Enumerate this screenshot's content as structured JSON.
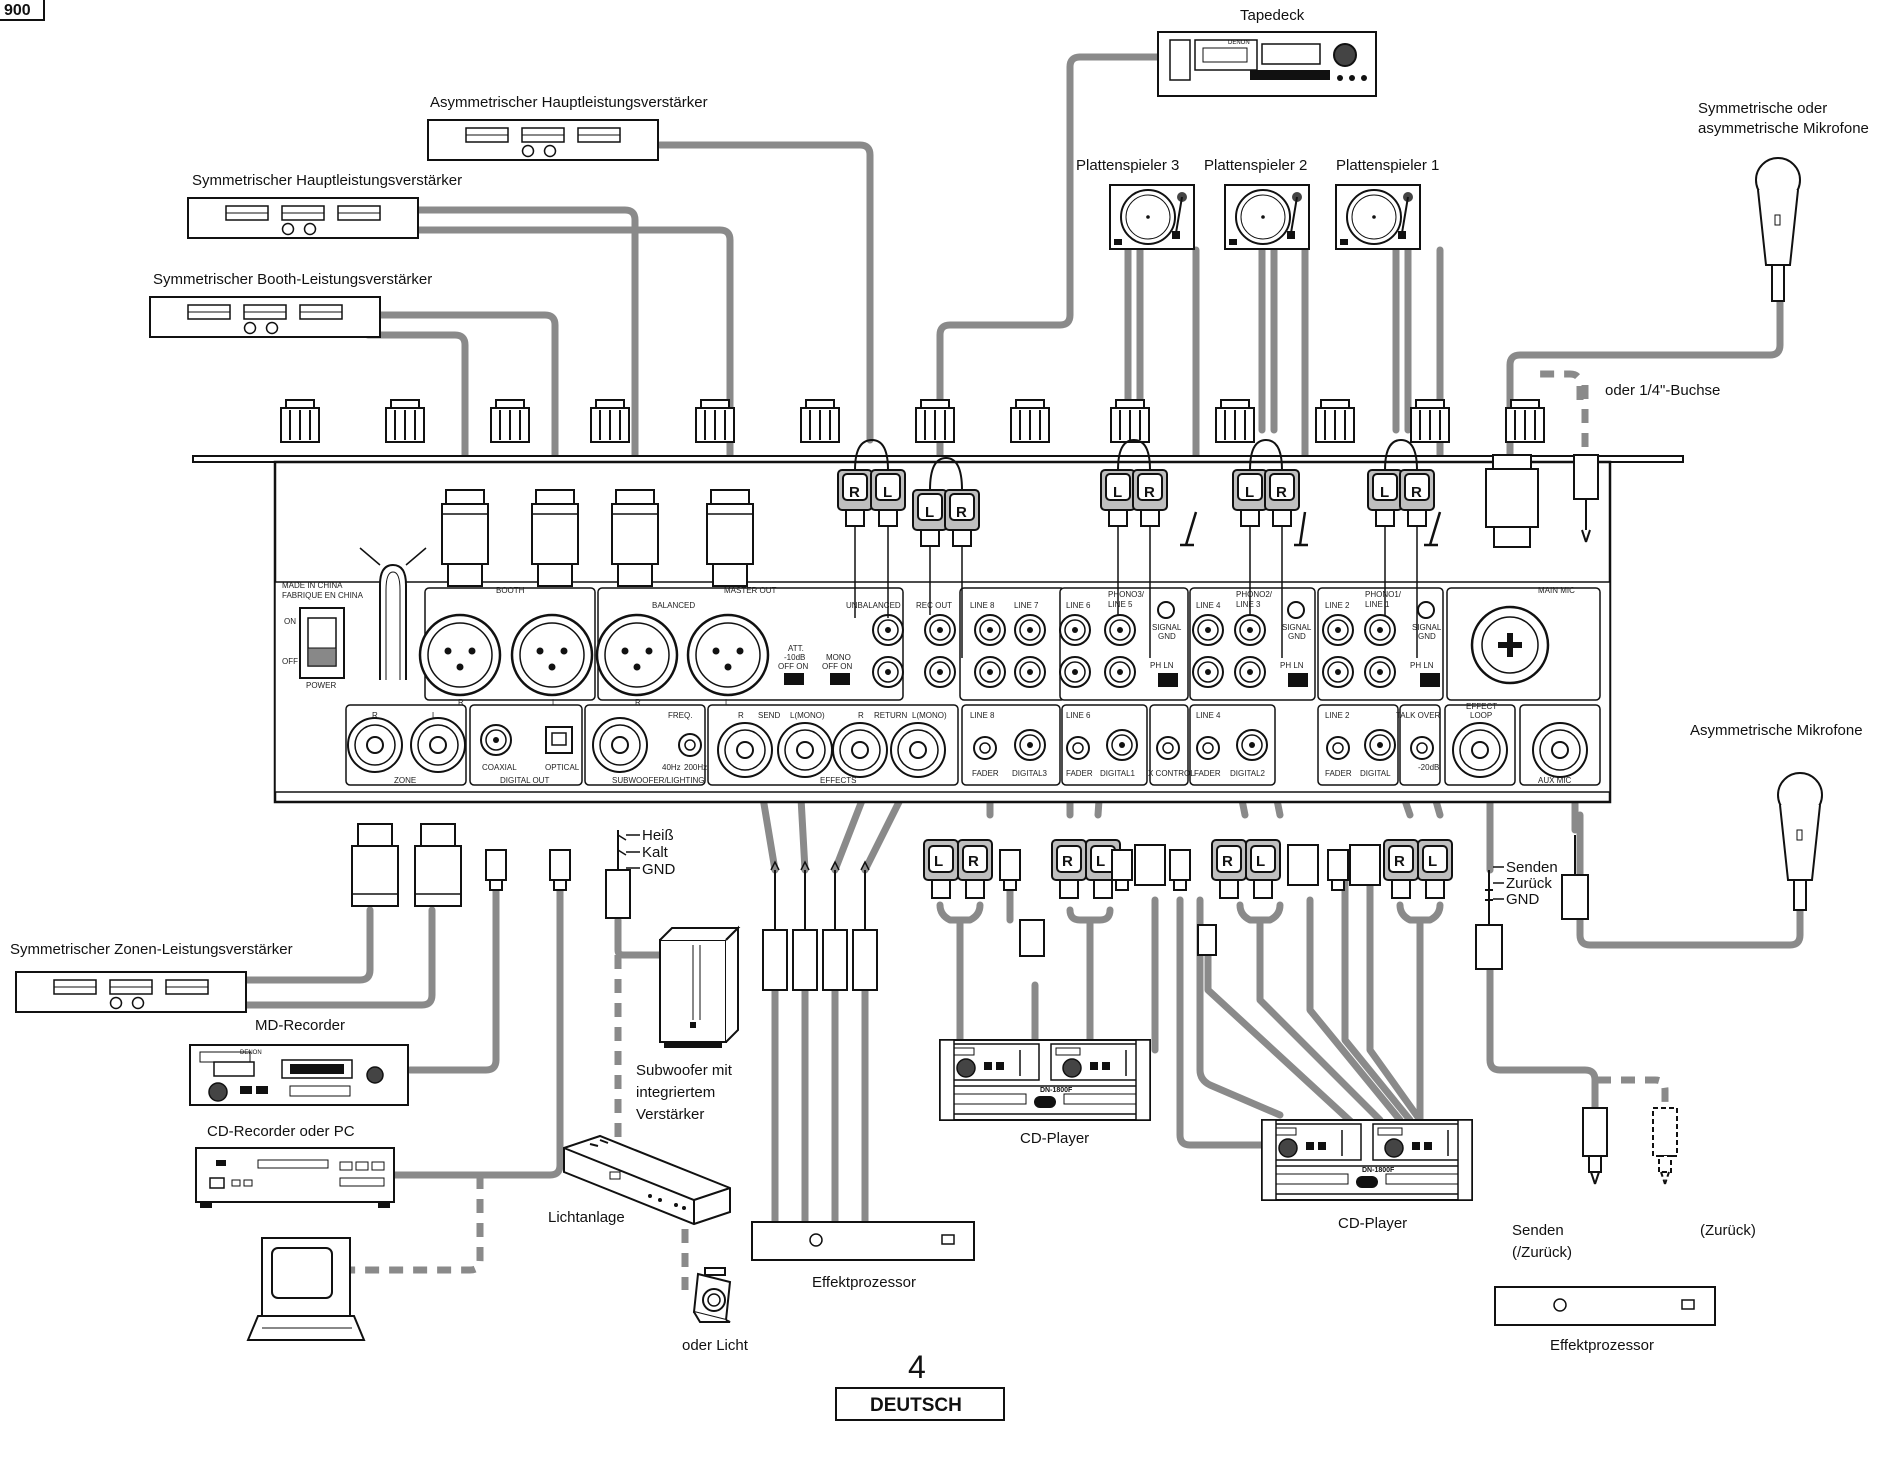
{
  "model_badge": "900",
  "devices": {
    "tapedeck": "Tapedeck",
    "amp_asym_main": "Asymmetrischer Hauptleistungsverstärker",
    "amp_sym_main": "Symmetrischer Hauptleistungsverstärker",
    "amp_booth": "Symmetrischer Booth-Leistungsverstärker",
    "turntable_3": "Plattenspieler 3",
    "turntable_2": "Plattenspieler 2",
    "turntable_1": "Plattenspieler 1",
    "mic_sym_line1": "Symmetrische oder",
    "mic_sym_line2": "asymmetrische Mikrofone",
    "quarter_jack": "oder 1/4\"-Buchse",
    "mic_asym": "Asymmetrische Mikrofone",
    "amp_zone": "Symmetrischer Zonen-Leistungsverstärker",
    "md_recorder": "MD-Recorder",
    "cd_recorder": "CD-Recorder oder PC",
    "subwoofer_line1": "Subwoofer mit",
    "subwoofer_line2": "integriertem",
    "subwoofer_line3": "Verstärker",
    "lighting": "Lichtanlage",
    "or_light": "oder Licht",
    "effects_1": "Effektprozessor",
    "effects_2": "Effektprozessor",
    "cd_player_1": "CD-Player",
    "cd_player_2": "CD-Player"
  },
  "wiring": {
    "hot": "Heiß",
    "cold": "Kalt",
    "gnd": "GND",
    "send": "Senden",
    "return": "Zurück",
    "gnd2": "GND",
    "send_return_1": "Senden",
    "send_return_2": "(/Zurück)",
    "return_paren": "(Zurück)"
  },
  "plugs": {
    "left": "L",
    "right": "R"
  },
  "panel": {
    "made_in_1": "MADE IN CHINA",
    "made_in_2": "FABRIQUE EN CHINA",
    "on": "ON",
    "off": "OFF",
    "power": "POWER",
    "booth": "BOOTH",
    "balanced": "BALANCED",
    "master_out": "MASTER OUT",
    "unbalanced": "UNBALANCED",
    "rec_out": "REC OUT",
    "att": "ATT.",
    "att_db": "-10dB",
    "off_on": "OFF  ON",
    "mono": "MONO",
    "line8": "LINE 8",
    "line7": "LINE 7",
    "line6": "LINE 6",
    "phono3_1": "PHONO3/",
    "phono3_2": "LINE 5",
    "line4": "LINE 4",
    "phono2_1": "PHONO2/",
    "phono2_2": "LINE 3",
    "line2": "LINE 2",
    "phono1_1": "PHONO1/",
    "phono1_2": "LINE 1",
    "signal": "SIGNAL",
    "gnd": "GND",
    "ph_ln": "PH   LN",
    "main_mic": "MAIN MIC",
    "zone": "ZONE",
    "digital_out": "DIGITAL OUT",
    "coaxial": "COAXIAL",
    "optical": "OPTICAL",
    "subwoofer_lighting": "SUBWOOFER/LIGHTING",
    "freq": "FREQ.",
    "f40": "40Hz",
    "f200": "200Hz",
    "send": "SEND",
    "return": "RETURN",
    "lmono": "L(MONO)",
    "effects": "EFFECTS",
    "fader": "FADER",
    "digital3": "DIGITAL3",
    "digital1": "DIGITAL1",
    "digital2": "DIGITAL2",
    "digital": "DIGITAL",
    "xcontrol": "X CONTROL",
    "talk_over": "TALK OVER",
    "talk_db": "-20dB",
    "effect_loop_1": "EFFECT",
    "effect_loop_2": "LOOP",
    "aux_mic": "AUX MIC",
    "r": "R",
    "l": "L"
  },
  "equipment_text": {
    "denon": "DENON",
    "cd_model": "DN-1800F"
  },
  "footer": {
    "page_number": "4",
    "language": "DEUTSCH"
  }
}
